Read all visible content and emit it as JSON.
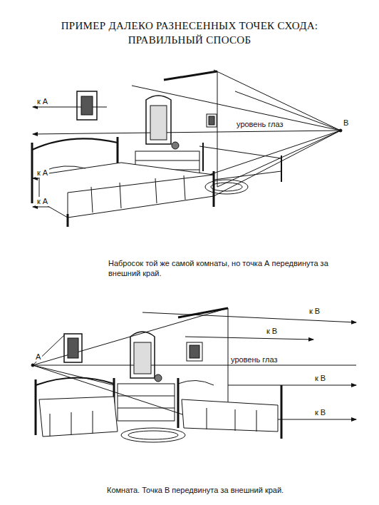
{
  "diagram": {
    "title": "ПРИМЕР ДАЛЕКО РАЗНЕСЕННЫХ ТОЧЕК СХОДА: ПРАВИЛЬНЫЙ СПОСОБ",
    "labels": [
      "к А",
      "к А",
      "к А",
      "уровень глаз",
      "B",
      "Набросок той же самой комнаты, но точка А передвинута за внешний край.",
      "к В",
      "к В",
      "А",
      "уровень глаз",
      "к В",
      "к В",
      "Комната. Точка B передвинута за внешний край."
    ]
  }
}
